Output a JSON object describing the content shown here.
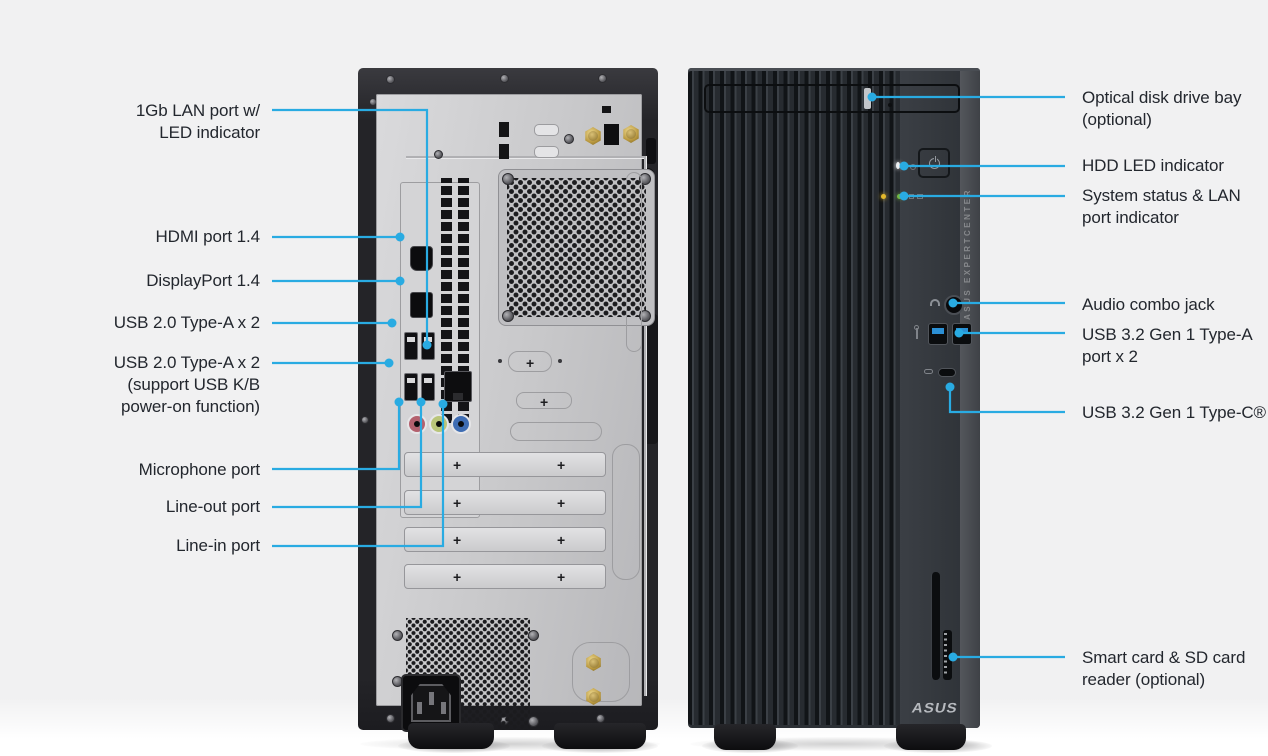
{
  "colors": {
    "accent": "#29abe2",
    "background": "#f1f1f2",
    "label_text": "#23272e"
  },
  "back_view": {
    "labels": [
      {
        "id": "lan",
        "text": "1Gb LAN port w/\nLED indicator"
      },
      {
        "id": "hdmi",
        "text": "HDMI port 1.4"
      },
      {
        "id": "displayport",
        "text": "DisplayPort 1.4"
      },
      {
        "id": "usb2-top",
        "text": "USB 2.0 Type-A x 2"
      },
      {
        "id": "usb2-kb",
        "text": "USB 2.0 Type-A x 2\n(support USB K/B\npower-on function)"
      },
      {
        "id": "mic",
        "text": "Microphone port"
      },
      {
        "id": "line-out",
        "text": "Line-out port"
      },
      {
        "id": "line-in",
        "text": "Line-in port"
      }
    ]
  },
  "front_view": {
    "labels": [
      {
        "id": "odd",
        "text": "Optical disk drive bay\n(optional)"
      },
      {
        "id": "hdd-led",
        "text": "HDD LED indicator"
      },
      {
        "id": "system-status",
        "text": "System status & LAN\nport indicator"
      },
      {
        "id": "audio",
        "text": "Audio combo jack"
      },
      {
        "id": "usb-a",
        "text": "USB 3.2 Gen 1 Type-A\nport x 2"
      },
      {
        "id": "usb-c",
        "text": "USB 3.2 Gen 1 Type-C®"
      },
      {
        "id": "card-reader",
        "text": "Smart card & SD card\nreader (optional)"
      }
    ],
    "chassis_side_text": "ASUS EXPERTCENTER",
    "logo_text": "ASUS"
  }
}
